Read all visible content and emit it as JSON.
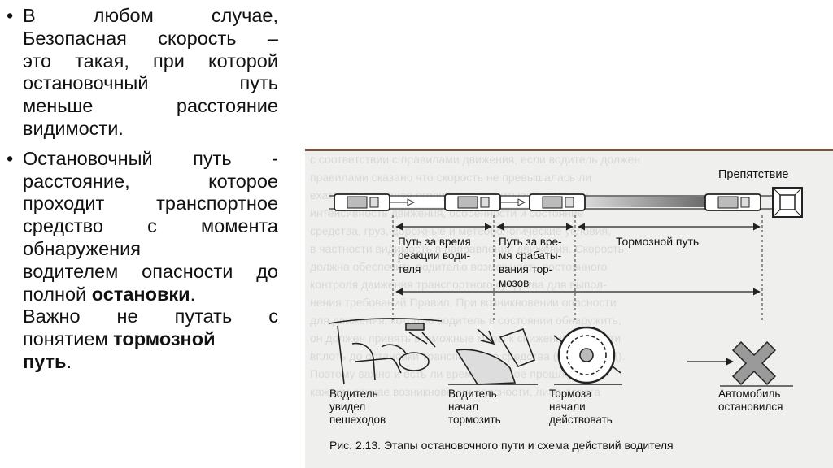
{
  "bullets": {
    "b1": {
      "marker": "•",
      "lines": [
        "В любом случае,",
        "Безопасная скорость –",
        "это такая, при которой",
        "остановочный путь",
        "меньше расстояние",
        "видимости."
      ]
    },
    "b2": {
      "marker": "•",
      "lines": [
        "Остановочный путь -",
        "расстояние, которое",
        "проходит транспортное",
        "средство с момента",
        "обнаружения",
        "водителем опасности до"
      ],
      "last_prefix": "полной ",
      "last_bold": "остановки",
      "last_suffix": ".",
      "note_lines": [
        "Важно не путать с"
      ],
      "note_prefix": "понятием ",
      "note_bold_1": "тормозной",
      "note_bold_2": "путь",
      "note_suffix": "."
    }
  },
  "figure": {
    "obstacle_label": "Препятствие",
    "segments": {
      "reaction": [
        "Путь за время",
        "реакции води-",
        "теля"
      ],
      "brake_response": [
        "Путь за вре-",
        "мя срабаты-",
        "вания тор-",
        "мозов"
      ],
      "braking": "Тормозной путь"
    },
    "stages": {
      "s1": [
        "Водитель",
        "увидел",
        "пешеходов"
      ],
      "s2": [
        "Водитель",
        "начал",
        "тормозить"
      ],
      "s3": [
        "Тормоза",
        "начали",
        "действовать"
      ],
      "s4": [
        "Автомобиль",
        "остановился"
      ]
    },
    "caption": "Рис. 2.13. Этапы остановочного пути и схема действий водителя",
    "background_text": [
      "с соответствии с правилами движения, если водитель должен",
      "правилами сказано что скорость не превышалась ли",
      "ехать не превышая ограничения, учитывая при этом",
      "интенсивность движения, особенности и состояние",
      "средства, груз, дорожные и метеорологические условия,",
      "в частности видимость в направлении движения. Скорость",
      "должна обеспечить водителю возможность постоянного",
      "контроля движения транспортного средства для выпол-",
      "нения требований Правил. При возникновении опасности",
      "для движения, которую водитель в состоянии обнаружить,",
      "он должен принять возможные меры к снижению скорости",
      "вплоть до остановки транспортного средства (п. 10.1 ПДД).",
      "Поэтому важно и есть ли время, которое прошло при",
      "каждом случае возникновения опасности, либо дорога"
    ]
  }
}
